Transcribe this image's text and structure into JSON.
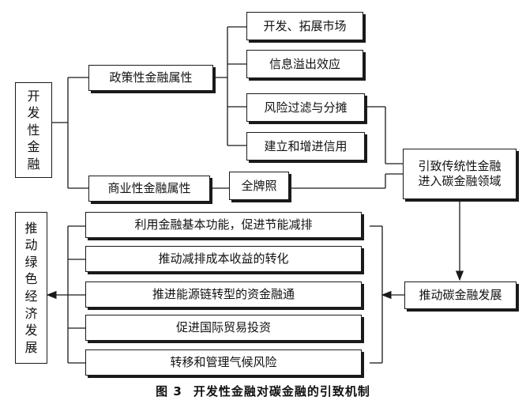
{
  "left_top": {
    "label": "开发性金融",
    "chars": [
      "开",
      "发",
      "性",
      "金",
      "融"
    ]
  },
  "left_bottom": {
    "label": "推动绿色经济发展",
    "chars": [
      "推",
      "动",
      "绿",
      "色",
      "经",
      "济",
      "发",
      "展"
    ]
  },
  "attributes": {
    "policy": "政策性金融属性",
    "commercial": "商业性金融属性"
  },
  "policy_items": [
    "开发、拓展市场",
    "信息溢出效应",
    "风险过滤与分摊",
    "建立和增进信用"
  ],
  "commercial_item": "全牌照",
  "guide_box": {
    "line1": "引致传统性金融",
    "line2": "进入碳金融领域"
  },
  "promote_box": "推动碳金融发展",
  "effects": [
    "利用金融基本功能，促进节能减排",
    "推动减排成本收益的转化",
    "推进能源链转型的资金融通",
    "促进国际贸易投资",
    "转移和管理气候风险"
  ],
  "caption": {
    "figure": "图 3",
    "title": "开发性金融对碳金融的引致机制"
  }
}
